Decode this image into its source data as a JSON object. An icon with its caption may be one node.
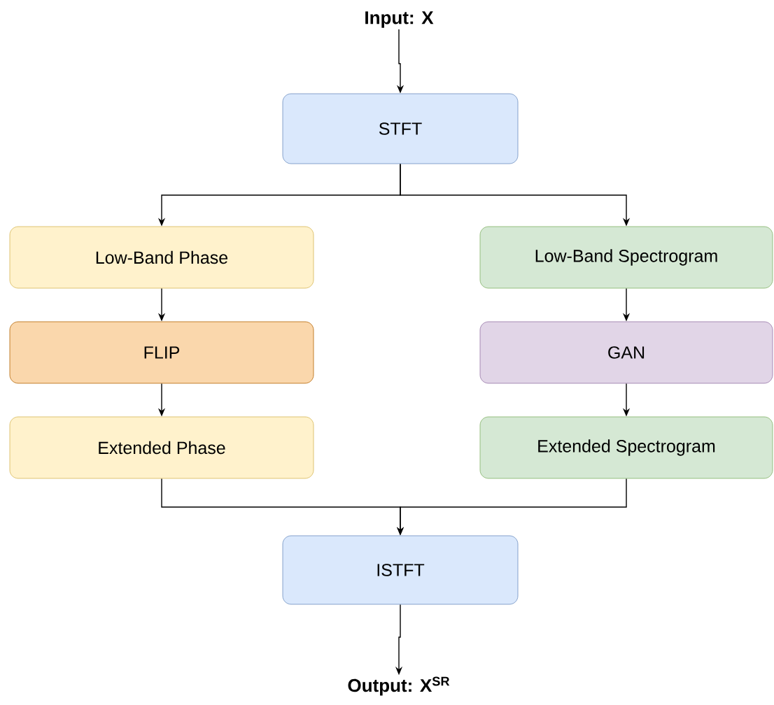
{
  "diagram": {
    "nodes": [
      {
        "text": [
          "Input: X"
        ]
      },
      {
        "text": [
          "STFT"
        ]
      },
      {
        "text": [
          "Low-Band Phase"
        ]
      },
      {
        "text": [
          "FLIP"
        ]
      },
      {
        "text": [
          "Extended Phase"
        ]
      },
      {
        "text": [
          "Low-Band Spectrogram"
        ]
      },
      {
        "text": [
          "GAN"
        ]
      },
      {
        "text": [
          "Extended Spectrogram"
        ]
      },
      {
        "text": [
          "ISTFT"
        ]
      },
      {
        "text": [
          "Output: X$^{SR}$"
        ]
      }
    ],
    "edges": [
      {
        "from": 0,
        "to": 1,
        "arrow": "to"
      },
      {
        "from": 1,
        "to": 2,
        "arrow": "to"
      },
      {
        "from": 1,
        "to": 5,
        "arrow": "to"
      },
      {
        "from": 2,
        "to": 3,
        "arrow": "to"
      },
      {
        "from": 3,
        "to": 4,
        "arrow": "to"
      },
      {
        "from": 5,
        "to": 6,
        "arrow": "to"
      },
      {
        "from": 6,
        "to": 7,
        "arrow": "to"
      },
      {
        "from": 4,
        "to": 8,
        "arrow": "to"
      },
      {
        "from": 7,
        "to": 8,
        "arrow": "to"
      },
      {
        "from": 8,
        "to": 9,
        "arrow": "to"
      }
    ]
  }
}
